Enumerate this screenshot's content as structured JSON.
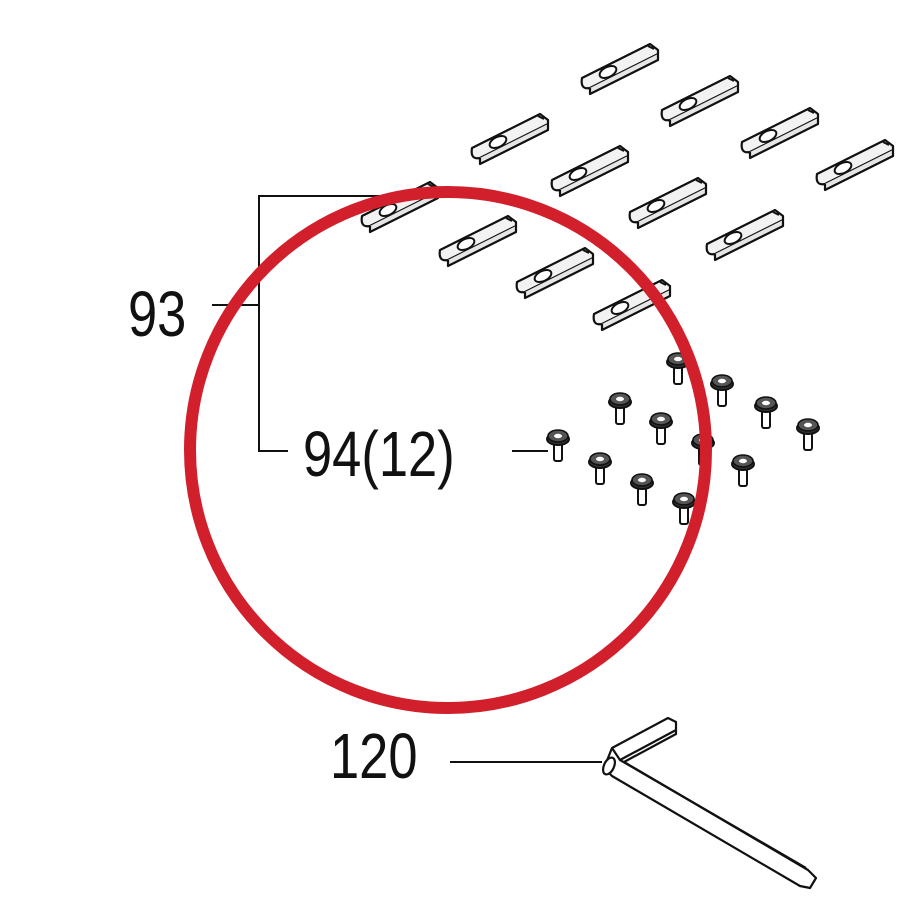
{
  "labels": {
    "part_93": "93",
    "part_94": "94(12)",
    "part_120": "120"
  },
  "colors": {
    "highlight_circle": "#d11f2b",
    "line_art": "#111111",
    "blade_fill": "#f2f2f2",
    "background": "#ffffff"
  },
  "parts": {
    "blades_count": 12,
    "screws_count": 12,
    "tool": "allen-key"
  }
}
